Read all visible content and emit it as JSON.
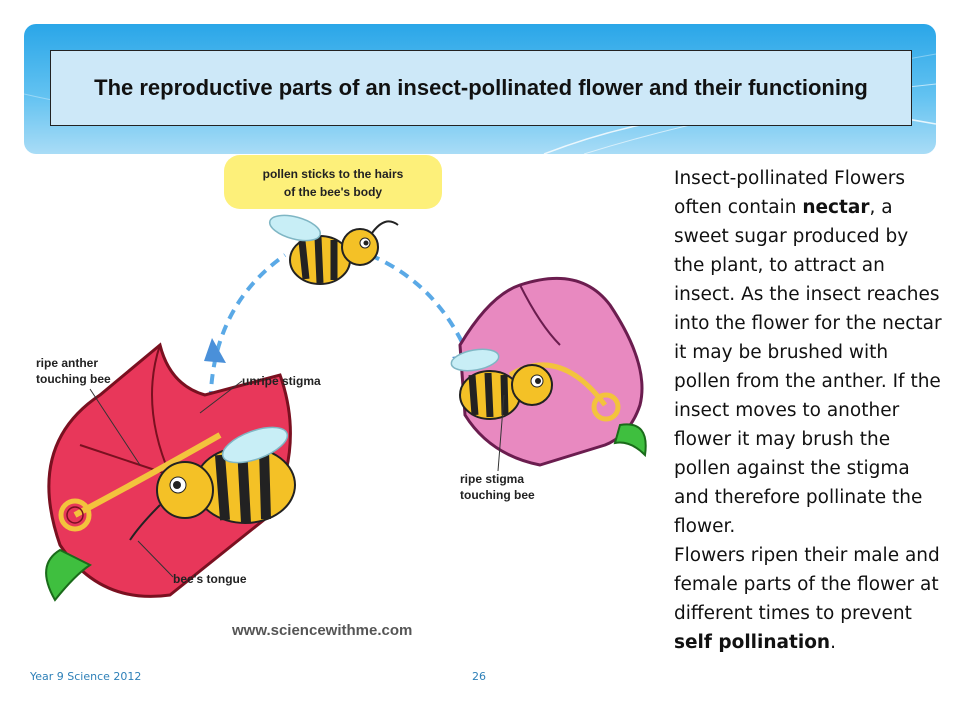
{
  "title": "The reproductive parts of an insect-pollinated flower and their functioning",
  "diagram": {
    "callout_line1": "pollen sticks to the hairs",
    "callout_line2": "of the bee's body",
    "label_ripe_anther_1": "ripe anther",
    "label_ripe_anther_2": "touching bee",
    "label_unripe_stigma": "unripe stigma",
    "label_ripe_stigma_1": "ripe stigma",
    "label_ripe_stigma_2": "touching bee",
    "label_tongue": "bee's tongue",
    "credit": "www.sciencewithme.com"
  },
  "text": {
    "p1_a": "Insect-pollinated Flowers often contain ",
    "p1_b": "nectar",
    "p1_c": ", a sweet sugar produced by the plant, to attract an insect. As the insect reaches into the flower for the nectar it may be brushed with pollen from the anther. If the insect moves to another flower it may brush the pollen against the stigma and therefore  pollinate the flower.",
    "p2_a": "Flowers ripen their male and female parts of the flower at different times to prevent ",
    "p2_b": "self pollination",
    "p2_c": "."
  },
  "footer": {
    "left": "Year 9 Science 2012",
    "page": "26"
  },
  "colors": {
    "red_flower": "#e8375a",
    "pink_flower": "#e889c0",
    "callout": "#fdf07a",
    "arrow": "#5aa9e6"
  }
}
